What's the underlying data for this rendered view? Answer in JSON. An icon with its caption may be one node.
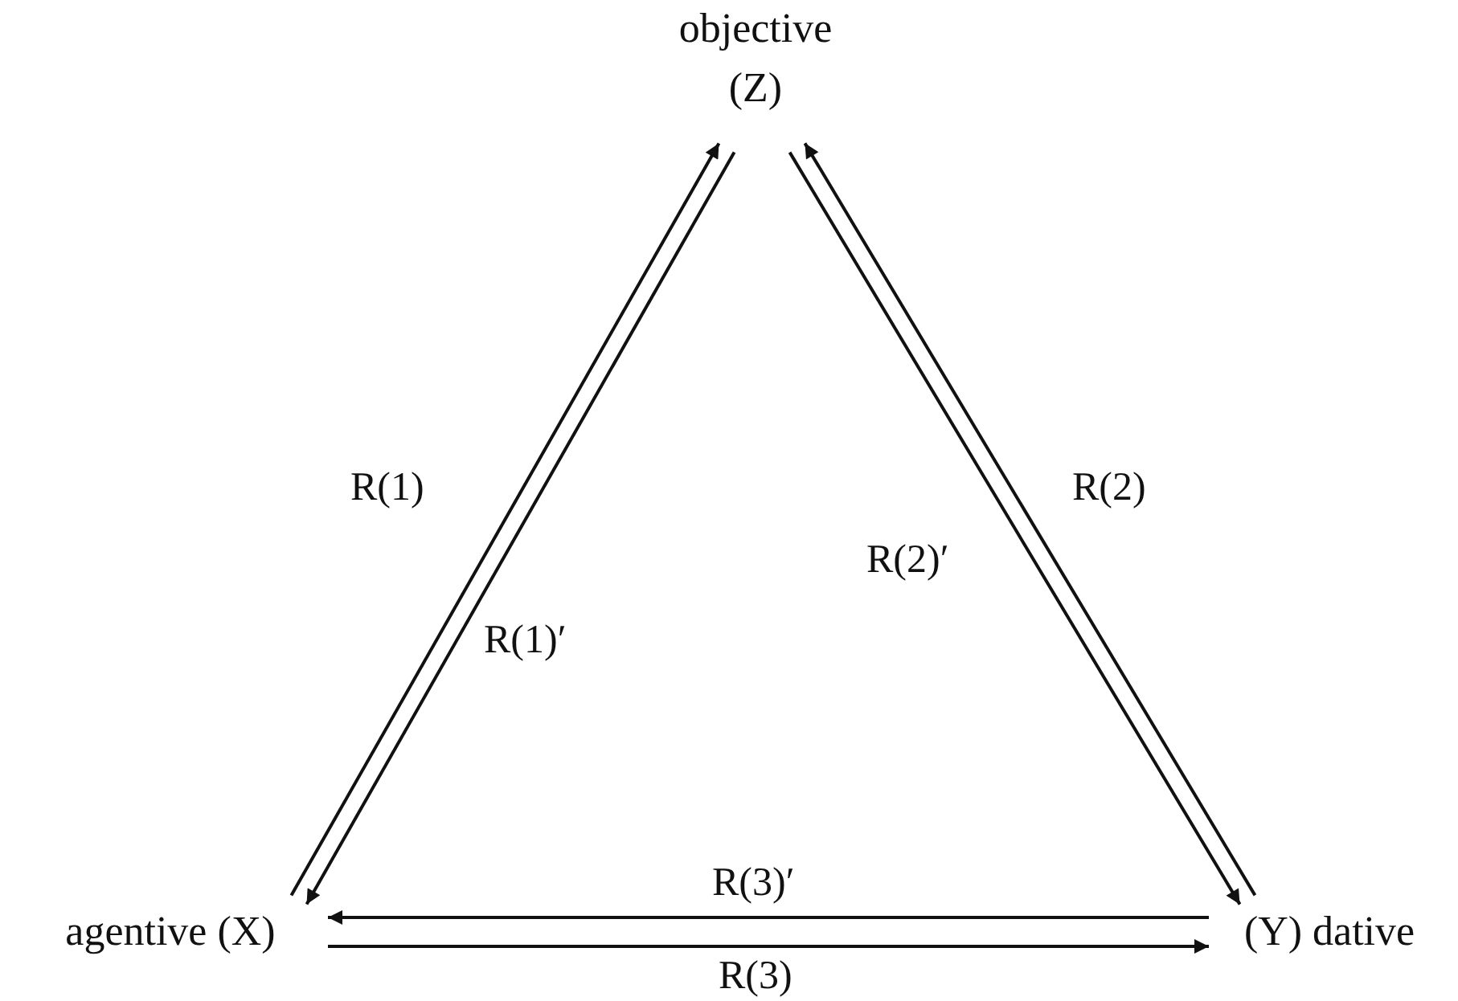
{
  "diagram": {
    "nodes": [
      {
        "text": [
          "objective",
          "(Z)"
        ]
      },
      {
        "text": [
          "agentive (X)"
        ]
      },
      {
        "text": [
          "(Y) dative"
        ]
      }
    ],
    "edges": [
      {
        "from": 1,
        "to": 0,
        "arrow": "to",
        "label": "R(1)"
      },
      {
        "from": 0,
        "to": 1,
        "arrow": "to",
        "label": "R(1)′"
      },
      {
        "from": 2,
        "to": 0,
        "arrow": "to",
        "label": "R(2)"
      },
      {
        "from": 0,
        "to": 2,
        "arrow": "to",
        "label": "R(2)′"
      },
      {
        "from": 2,
        "to": 1,
        "arrow": "to",
        "label": "R(3)′"
      },
      {
        "from": 1,
        "to": 2,
        "arrow": "to",
        "label": "R(3)"
      }
    ]
  }
}
